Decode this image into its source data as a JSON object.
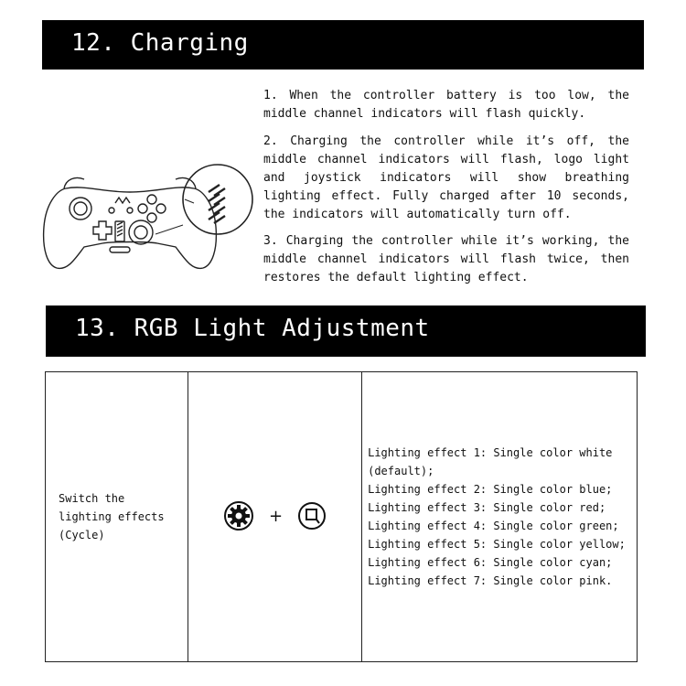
{
  "section1": {
    "title": "12. Charging",
    "paragraphs": [
      "1. When the controller battery is too low, the middle channel indicators will flash quickly.",
      "2. Charging the controller while it’s off, the middle channel indicators will flash, logo light and joystick indicators will show breathing lighting effect. Fully charged after 10 seconds, the indicators will automatically turn off.",
      "3. Charging the controller while it’s working, the middle channel indicators will flash twice, then restores the default lighting effect."
    ]
  },
  "section2": {
    "title": "13. RGB Light Adjustment",
    "table": {
      "function": "Switch the lighting effects (Cycle)",
      "combo_plus": "+",
      "combo_icons": [
        "gear-button-icon",
        "screenshot-button-icon"
      ],
      "effects": [
        "Lighting effect 1: Single color white (default);",
        "Lighting effect 2: Single color blue;",
        "Lighting effect 3: Single color red;",
        "Lighting effect 4: Single color green;",
        "Lighting effect 5: Single color yellow;",
        "Lighting effect 6: Single color cyan;",
        "Lighting effect 7: Single color pink."
      ]
    }
  }
}
